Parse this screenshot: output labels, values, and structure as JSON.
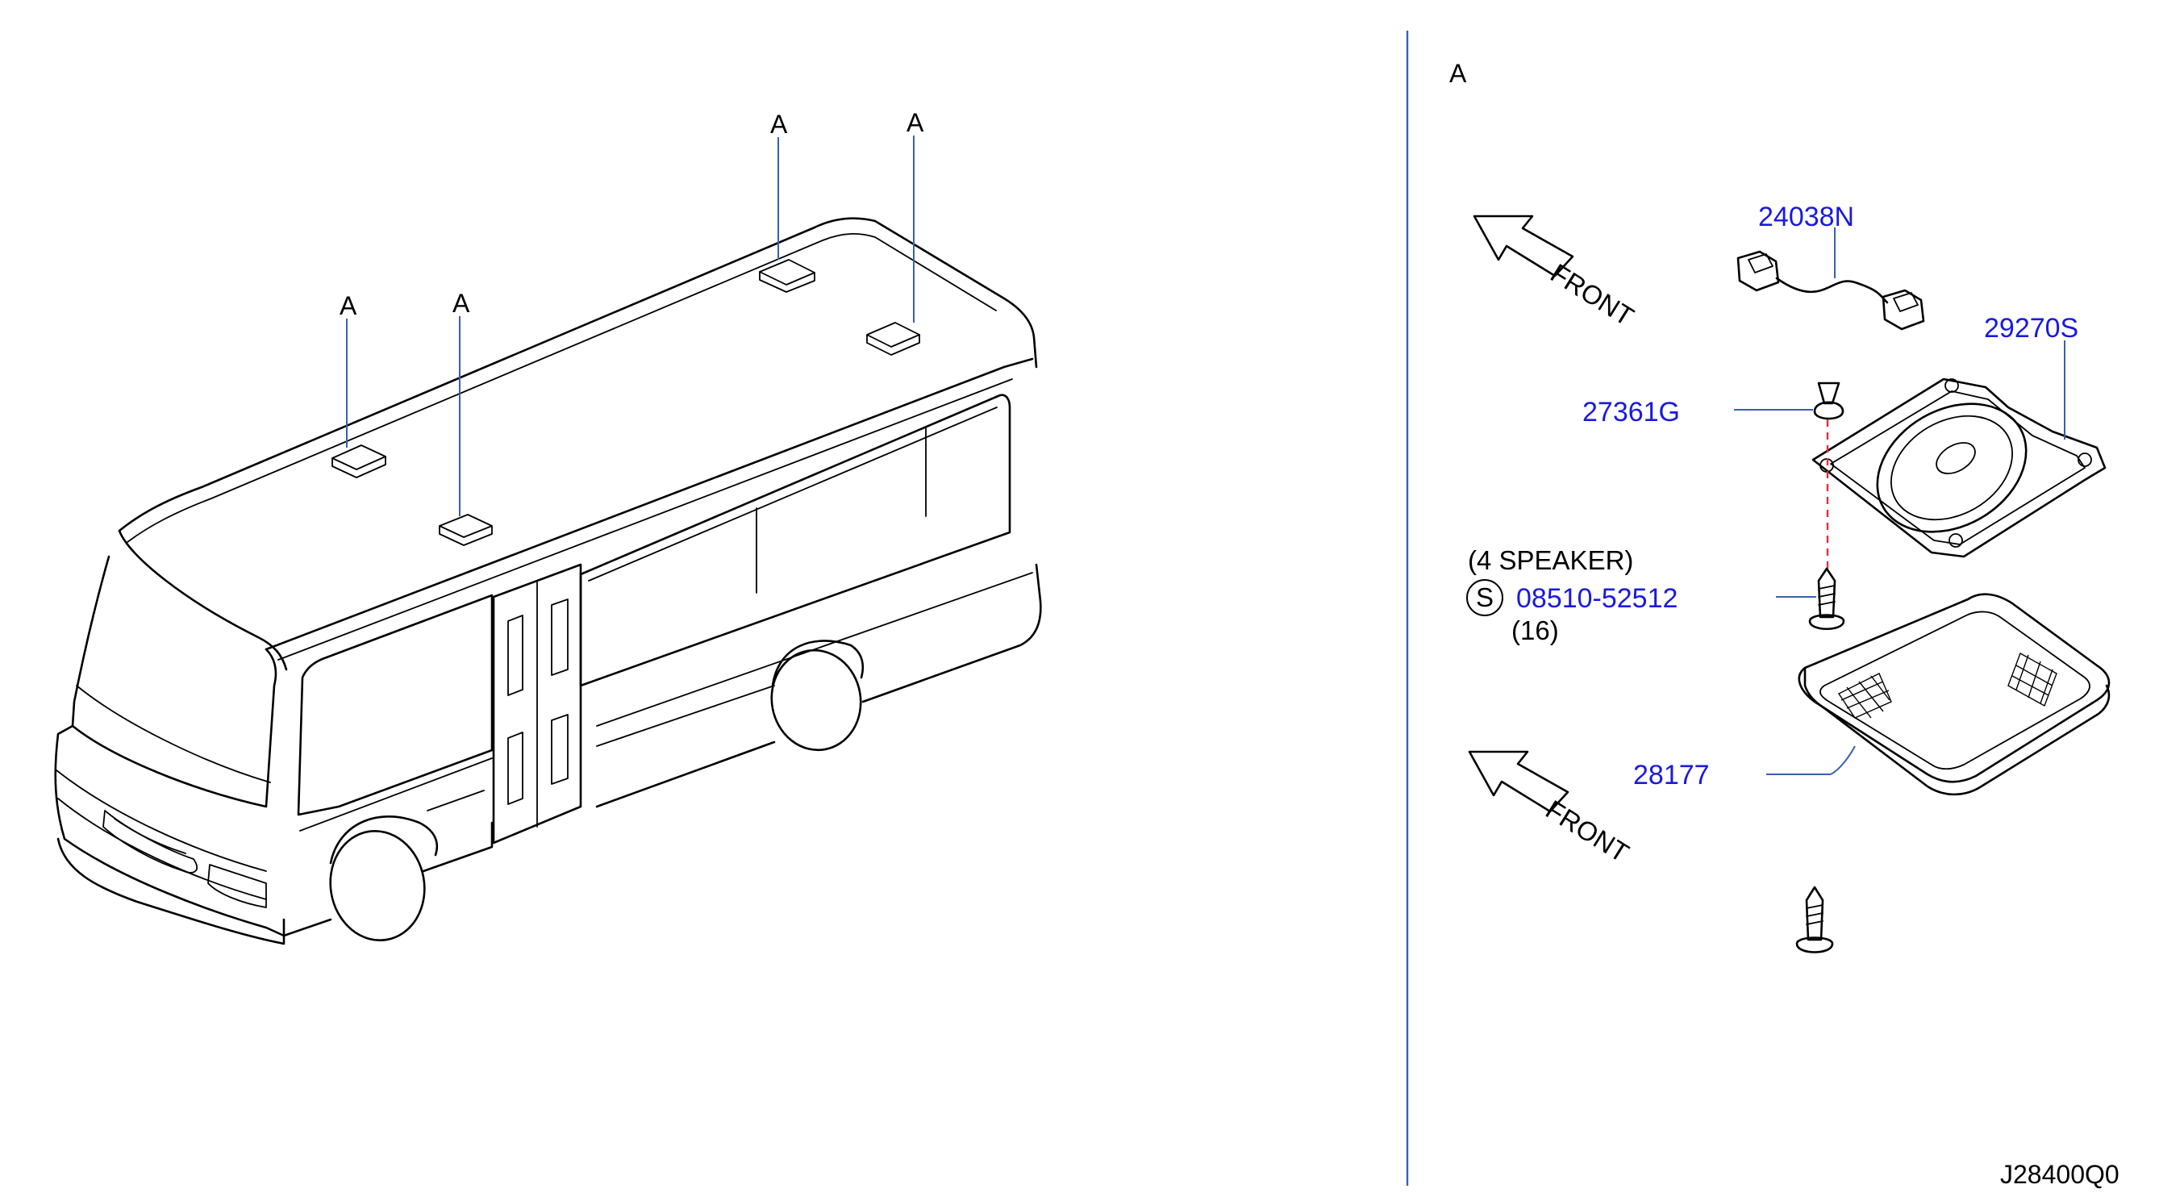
{
  "callouts": {
    "bus_marker_label": "A",
    "detail_view_label": "A"
  },
  "direction": {
    "front_label": "FRONT"
  },
  "parts": {
    "harness": "24038N",
    "speaker": "29270S",
    "clip": "27361G",
    "grille": "28177",
    "screw": "08510-52512"
  },
  "notes": {
    "speaker_qty": "(4  SPEAKER)",
    "standard_symbol": "S",
    "screw_qty": "(16)"
  },
  "diagram_ref": "J28400Q0"
}
